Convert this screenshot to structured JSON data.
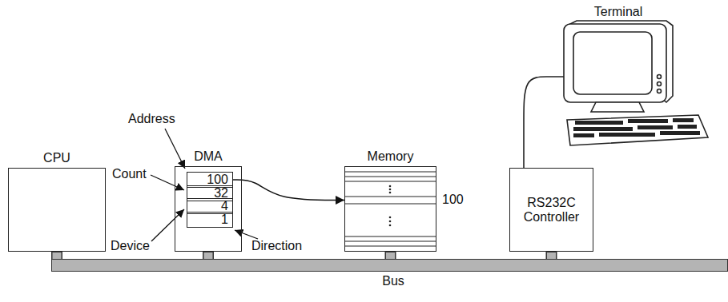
{
  "diagram": {
    "nodes": [
      {
        "text": [
          "CPU"
        ]
      },
      {
        "text": [
          "DMA"
        ]
      },
      {
        "text": [
          "100"
        ],
        "in": 1
      },
      {
        "text": [
          "32"
        ],
        "in": 1
      },
      {
        "text": [
          "4"
        ],
        "in": 1
      },
      {
        "text": [
          "1"
        ],
        "in": 1
      },
      {
        "text": [
          "Memory"
        ]
      },
      {
        "text": [
          "RS232C Controller"
        ]
      },
      {
        "text": [
          "Terminal"
        ]
      },
      {
        "text": [
          "Bus"
        ]
      }
    ],
    "edges": [
      {
        "from": 2,
        "to": 6,
        "arrow": "to"
      },
      {
        "from": 7,
        "to": 8,
        "arrow": "none"
      },
      {
        "from": 0,
        "to": 9,
        "arrow": "none"
      },
      {
        "from": 1,
        "to": 9,
        "arrow": "none"
      },
      {
        "from": 6,
        "to": 9,
        "arrow": "none"
      },
      {
        "from": 7,
        "to": 9,
        "arrow": "none"
      }
    ],
    "labels": [
      "Address",
      "Count",
      "Device",
      "Direction",
      "100"
    ]
  }
}
